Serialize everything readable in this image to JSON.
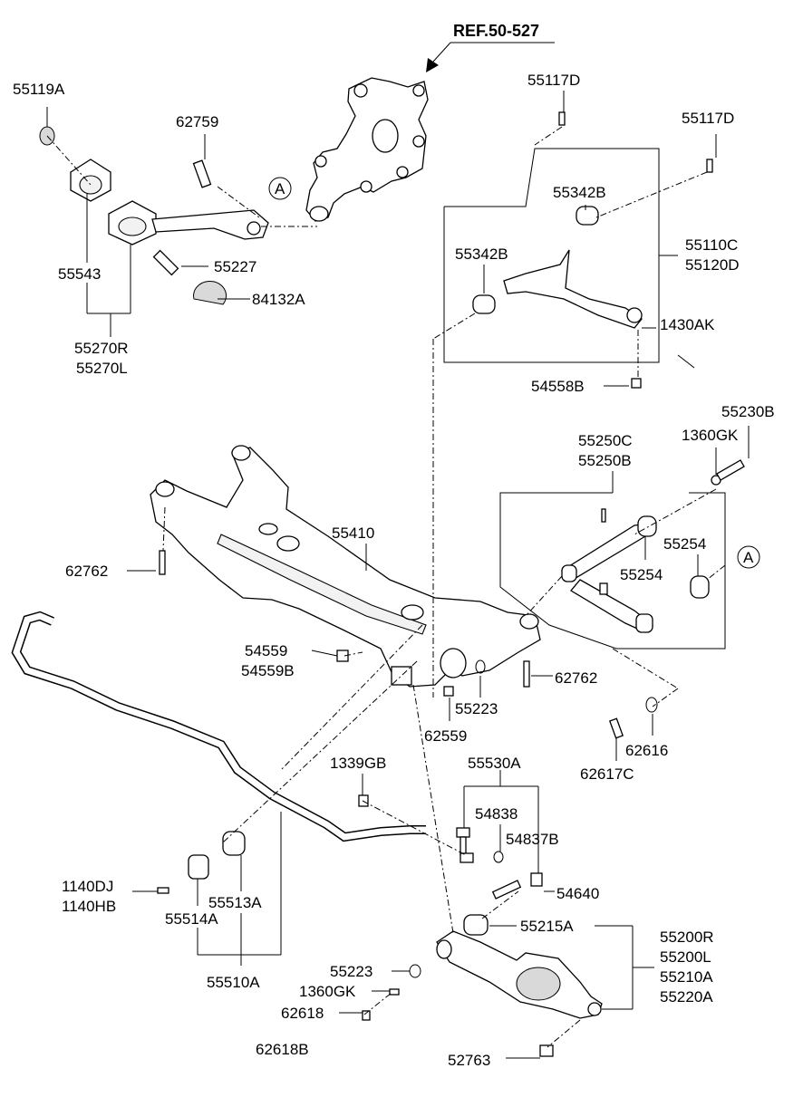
{
  "reference": "REF.50-527",
  "callout_marker": "A",
  "labels": {
    "l55119A": "55119A",
    "l62759": "62759",
    "l55543": "55543",
    "l55227": "55227",
    "l84132A": "84132A",
    "l55270R": "55270R",
    "l55270L": "55270L",
    "l55117D_a": "55117D",
    "l55117D_b": "55117D",
    "l55342B_a": "55342B",
    "l55342B_b": "55342B",
    "l55110C": "55110C",
    "l55120D": "55120D",
    "l1430AK": "1430AK",
    "l54558B": "54558B",
    "l55230B": "55230B",
    "l55250C": "55250C",
    "l55250B": "55250B",
    "l1360GK_a": "1360GK",
    "l55410": "55410",
    "l55254_a": "55254",
    "l55254_b": "55254",
    "l62762_a": "62762",
    "l54559": "54559",
    "l54559B": "54559B",
    "l62762_b": "62762",
    "l55223_a": "55223",
    "l62559": "62559",
    "l62616": "62616",
    "l62617C": "62617C",
    "l1339GB": "1339GB",
    "l55530A": "55530A",
    "l54838": "54838",
    "l54837B": "54837B",
    "l54640": "54640",
    "l1140DJ": "1140DJ",
    "l1140HB": "1140HB",
    "l55513A": "55513A",
    "l55514A": "55514A",
    "l55510A": "55510A",
    "l55215A": "55215A",
    "l55200R": "55200R",
    "l55200L": "55200L",
    "l55210A": "55210A",
    "l55220A": "55220A",
    "l55223_b": "55223",
    "l1360GK_b": "1360GK",
    "l62618": "62618",
    "l62618B": "62618B",
    "l52763": "52763"
  }
}
